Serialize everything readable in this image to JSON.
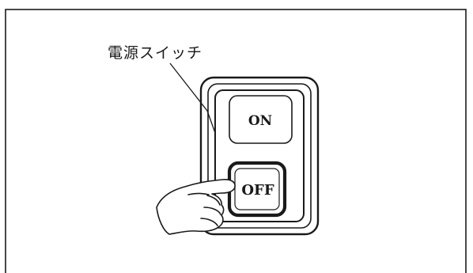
{
  "callout_label": "電源スイッチ",
  "buttons": {
    "on_label": "ON",
    "off_label": "OFF"
  },
  "colors": {
    "line": "#1a1a1a",
    "background": "#ffffff"
  },
  "icons": [
    "hand-pointer-icon",
    "leader-line"
  ]
}
